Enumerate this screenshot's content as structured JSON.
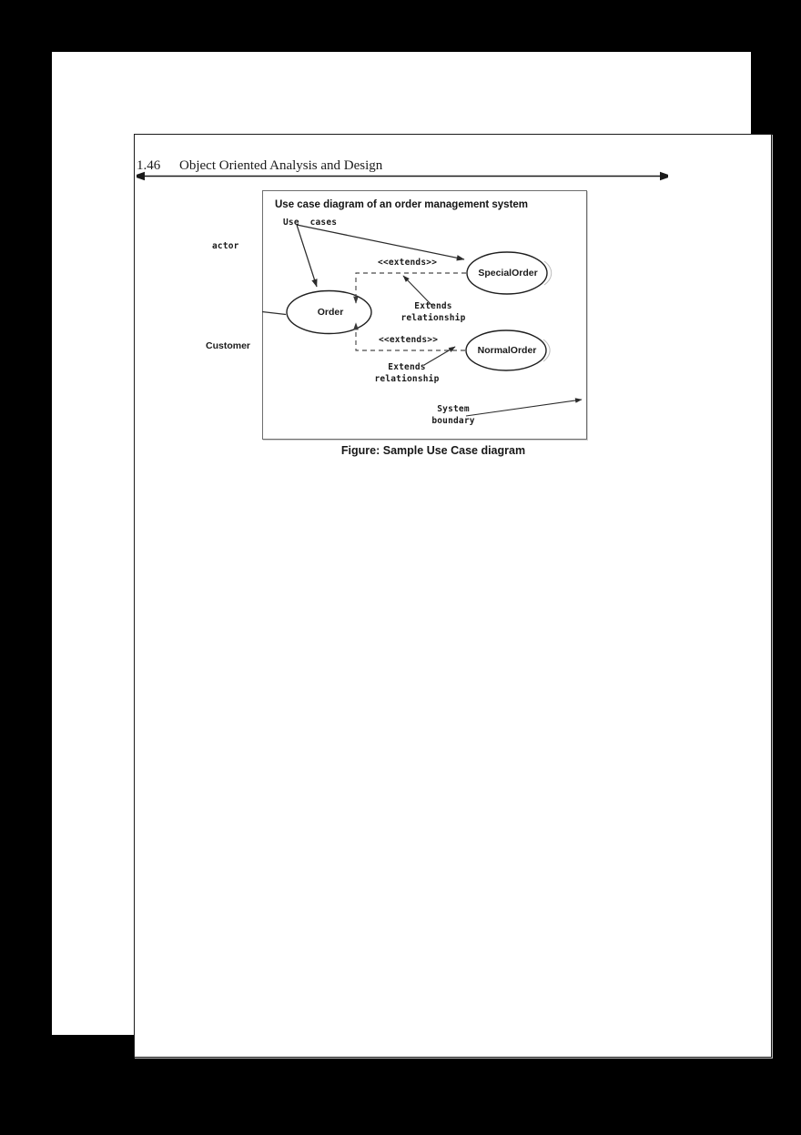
{
  "page": {
    "header": {
      "number": "1.46",
      "title": "Object Oriented Analysis and Design"
    },
    "figure": {
      "diagram_title": "Use case diagram of an order management system",
      "caption": "Figure: Sample Use Case diagram"
    }
  },
  "diagram": {
    "labels": {
      "use_cases": "Use  cases",
      "actor": "actor",
      "customer": "Customer",
      "extends_stereotype_top": "<<extends>>",
      "extends_stereotype_bottom": "<<extends>>",
      "extends_relationship_top_line1": "Extends",
      "extends_relationship_top_line2": "relationship",
      "extends_relationship_bottom_line1": "Extends",
      "extends_relationship_bottom_line2": "relationship",
      "system_boundary_line1": "System",
      "system_boundary_line2": "boundary"
    },
    "use_cases": [
      {
        "name": "Order"
      },
      {
        "name": "SpecialOrder"
      },
      {
        "name": "NormalOrder"
      }
    ],
    "actors": [
      {
        "name": "Customer"
      }
    ],
    "relationships": [
      {
        "from": "Customer",
        "to": "Order",
        "type": "association"
      },
      {
        "from": "SpecialOrder",
        "to": "Order",
        "type": "extends"
      },
      {
        "from": "NormalOrder",
        "to": "Order",
        "type": "extends"
      }
    ],
    "colors": {
      "ink": "#1a1a1a",
      "line": "#4a4a4a",
      "box_border": "#6e6e6e",
      "page_background": "#000000",
      "sheet": "#ffffff"
    }
  }
}
